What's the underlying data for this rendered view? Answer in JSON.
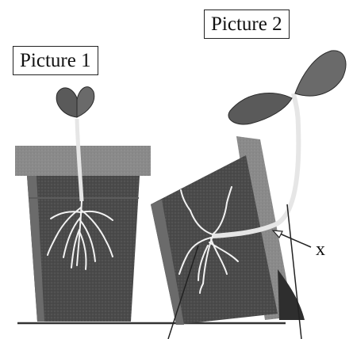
{
  "pictures": [
    {
      "caption": "Picture 1"
    },
    {
      "caption": "Picture 2"
    }
  ],
  "marker_label": "x",
  "colors": {
    "pot_rim": "#7d7d7d",
    "soil": "#4a4a4a",
    "pot_side": "#8a8a8a",
    "roots": "#f2f2f2",
    "leaf": "#5a5a5a",
    "ground_line": "#333333"
  }
}
